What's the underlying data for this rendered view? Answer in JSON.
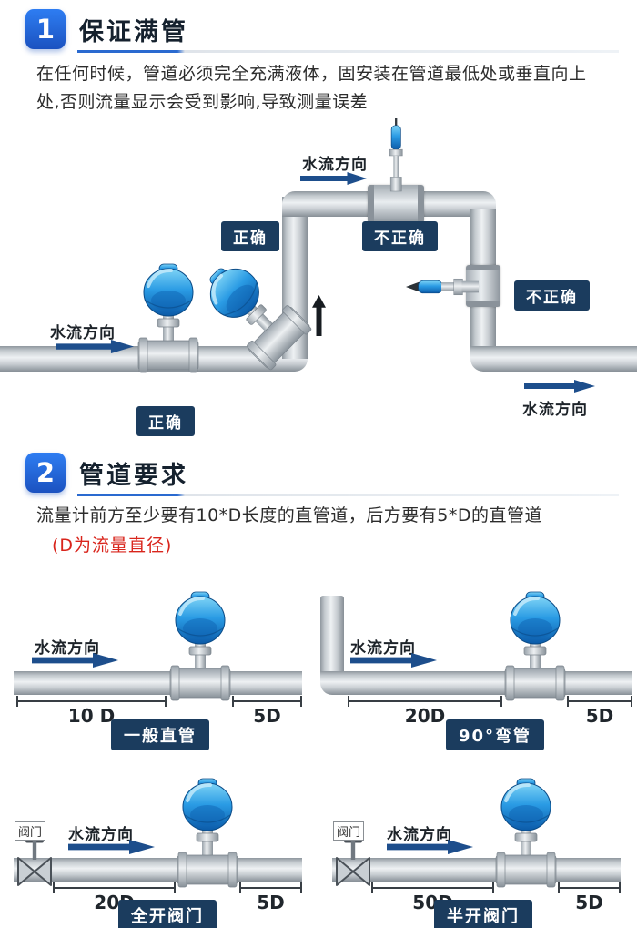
{
  "colors": {
    "badge_blue": "#1e63d0",
    "navy": "#1b3c5e",
    "arrow_blue": "#1d4e8c",
    "red": "#d9251c"
  },
  "section1": {
    "number": "1",
    "title": "保证满管",
    "description": "在任何时候，管道必须完全充满液体，固安装在管道最低处或垂直向上处,否则流量显示会受到影响,导致测量误差",
    "flow_label_left": "水流方向",
    "flow_label_top": "水流方向",
    "flow_label_right": "水流方向",
    "tag_correct_inclined": "正确",
    "tag_incorrect_top": "不正确",
    "tag_incorrect_right": "不正确",
    "tag_correct_bottom": "正确"
  },
  "section2": {
    "number": "2",
    "title": "管道要求",
    "description": "流量计前方至少要有10*D长度的直管道，后方要有5*D的直管道",
    "note": "(D为流量直径)",
    "diagrams": [
      {
        "flow_label": "水流方向",
        "dim_front": "10 D",
        "dim_back": "5D",
        "caption": "一般直管"
      },
      {
        "flow_label": "水流方向",
        "dim_front": "20D",
        "dim_back": "5D",
        "caption": "90°弯管"
      },
      {
        "flow_label": "水流方向",
        "dim_front": "20D",
        "dim_back": "5D",
        "caption": "全开阀门",
        "valve_label": "阀门"
      },
      {
        "flow_label": "水流方向",
        "dim_front": "50D",
        "dim_back": "5D",
        "caption": "半开阀门",
        "valve_label": "阀门"
      }
    ]
  }
}
